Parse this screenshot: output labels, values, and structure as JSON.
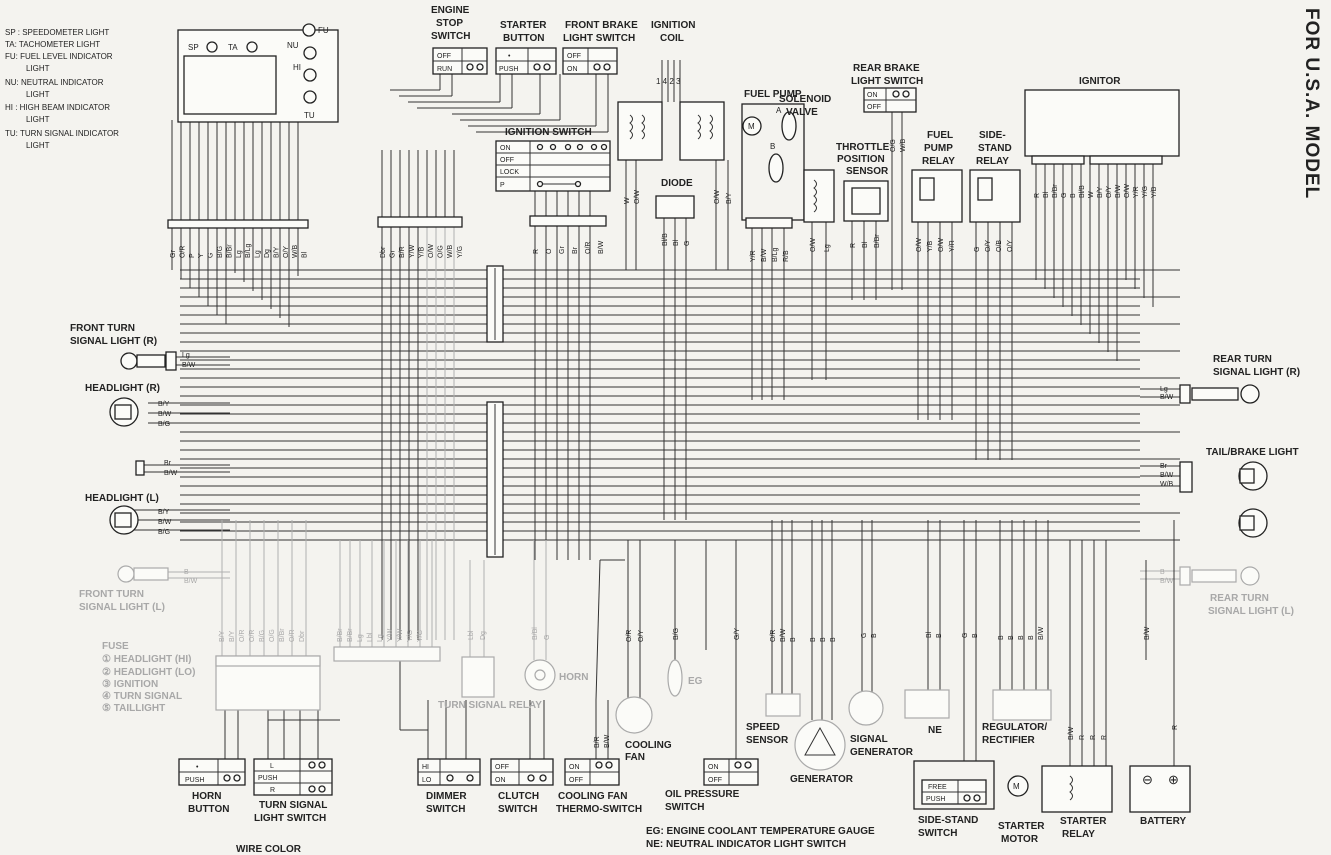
{
  "title": "FOR U.S.A. MODEL",
  "legend": [
    {
      "code": "SP",
      "text": "SP : SPEEDOMETER LIGHT"
    },
    {
      "code": "TA",
      "text": "TA: TACHOMETER LIGHT"
    },
    {
      "code": "FU",
      "text": "FU: FUEL LEVEL INDICATOR"
    },
    {
      "code": "FU2",
      "text": "LIGHT"
    },
    {
      "code": "NU",
      "text": "NU: NEUTRAL INDICATOR"
    },
    {
      "code": "NU2",
      "text": "LIGHT"
    },
    {
      "code": "HI",
      "text": "HI : HIGH BEAM INDICATOR"
    },
    {
      "code": "HI2",
      "text": "LIGHT"
    },
    {
      "code": "TU",
      "text": "TU: TURN SIGNAL INDICATOR"
    },
    {
      "code": "TU2",
      "text": "LIGHT"
    }
  ],
  "meter": {
    "sp": "SP",
    "ta": "TA",
    "fu": "FU",
    "nu": "NU",
    "hi": "HI",
    "tu": "TU"
  },
  "components": {
    "engine_stop": {
      "l1": "ENGINE",
      "l2": "STOP",
      "l3": "SWITCH",
      "off": "OFF",
      "run": "RUN"
    },
    "starter_button": {
      "l1": "STARTER",
      "l2": "BUTTON",
      "dot": "•",
      "push": "PUSH"
    },
    "front_brake": {
      "l1": "FRONT BRAKE",
      "l2": "LIGHT SWITCH",
      "off": "OFF",
      "on": "ON"
    },
    "ignition_coil": {
      "l1": "IGNITION",
      "l2": "COIL",
      "pins": "1 4 2 3"
    },
    "ignition_switch": {
      "label": "IGNITION SWITCH",
      "rows": [
        "ON",
        "OFF",
        "LOCK",
        "P"
      ]
    },
    "diode": {
      "label": "DIODE"
    },
    "fuel_pump": {
      "label": "FUEL PUMP",
      "a": "A",
      "b": "B",
      "m": "M"
    },
    "solenoid": {
      "l1": "SOLENOID",
      "l2": "VALVE"
    },
    "tps": {
      "l1": "THROTTLE",
      "l2": "POSITION",
      "l3": "SENSOR"
    },
    "rear_brake": {
      "l1": "REAR BRAKE",
      "l2": "LIGHT SWITCH",
      "on": "ON",
      "off": "OFF"
    },
    "fuel_pump_relay": {
      "l1": "FUEL",
      "l2": "PUMP",
      "l3": "RELAY"
    },
    "side_stand_relay": {
      "l1": "SIDE-",
      "l2": "STAND",
      "l3": "RELAY"
    },
    "ignitor": {
      "label": "IGNITOR"
    },
    "front_turn_r": {
      "l1": "FRONT TURN",
      "l2": "SIGNAL LIGHT (R)"
    },
    "headlight_r": {
      "label": "HEADLIGHT (R)"
    },
    "headlight_l": {
      "label": "HEADLIGHT (L)"
    },
    "front_turn_l": {
      "l1": "FRONT TURN",
      "l2": "SIGNAL LIGHT (L)"
    },
    "rear_turn_r": {
      "l1": "REAR TURN",
      "l2": "SIGNAL LIGHT (R)"
    },
    "tail_brake": {
      "label": "TAIL/BRAKE LIGHT"
    },
    "rear_turn_l": {
      "l1": "REAR TURN",
      "l2": "SIGNAL LIGHT (L)"
    },
    "fuse": {
      "label": "FUSE",
      "items": [
        "① HEADLIGHT (HI)",
        "② HEADLIGHT (LO)",
        "③ IGNITION",
        "④ TURN SIGNAL",
        "⑤ TAILLIGHT"
      ]
    },
    "turn_signal_relay": {
      "label": "TURN SIGNAL RELAY"
    },
    "horn": {
      "label": "HORN"
    },
    "eg": {
      "label": "EG"
    },
    "cooling_fan": {
      "l1": "COOLING",
      "l2": "FAN"
    },
    "speed_sensor": {
      "l1": "SPEED",
      "l2": "SENSOR"
    },
    "generator": {
      "label": "GENERATOR"
    },
    "signal_generator": {
      "l1": "SIGNAL",
      "l2": "GENERATOR"
    },
    "ne": {
      "label": "NE"
    },
    "regulator": {
      "l1": "REGULATOR/",
      "l2": "RECTIFIER"
    },
    "horn_button": {
      "l1": "HORN",
      "l2": "BUTTON",
      "dot": "•",
      "push": "PUSH"
    },
    "turn_switch": {
      "l1": "TURN SIGNAL",
      "l2": "LIGHT SWITCH",
      "l": "L",
      "push": "PUSH",
      "r": "R"
    },
    "dimmer": {
      "l1": "DIMMER",
      "l2": "SWITCH",
      "hi": "HI",
      "lo": "LO"
    },
    "clutch": {
      "l1": "CLUTCH",
      "l2": "SWITCH",
      "off": "OFF",
      "on": "ON"
    },
    "fan_thermo": {
      "l1": "COOLING FAN",
      "l2": "THERMO-SWITCH",
      "on": "ON",
      "off": "OFF"
    },
    "oil_pressure": {
      "l1": "OIL PRESSURE",
      "l2": "SWITCH",
      "on": "ON",
      "off": "OFF"
    },
    "side_stand_switch": {
      "l1": "SIDE-STAND",
      "l2": "SWITCH",
      "free": "FREE",
      "push": "PUSH"
    },
    "starter_motor": {
      "l1": "STARTER",
      "l2": "MOTOR",
      "m": "M"
    },
    "starter_relay": {
      "l1": "STARTER",
      "l2": "RELAY"
    },
    "battery": {
      "label": "BATTERY",
      "neg": "⊖",
      "pos": "⊕"
    }
  },
  "wire_labels": {
    "left_bundle": [
      "Gr",
      "O/R",
      "P",
      "Y",
      "G",
      "B/G",
      "B/Br",
      "Lg",
      "B/Lg",
      "Lg",
      "Dg",
      "B/Y",
      "O/Y",
      "W/B",
      "Bl"
    ],
    "mid_bundle": [
      "Dbr",
      "Gr",
      "B/R",
      "Y/W",
      "Y/B",
      "O/W",
      "O/G",
      "W/B",
      "Y/G"
    ],
    "ign_bundle": [
      "R",
      "O",
      "Gr",
      "Br",
      "O/R",
      "B/W"
    ],
    "diode_wires": [
      "Bl/B",
      "Bl",
      "G"
    ],
    "coil_wires_l": [
      "W",
      "O/W"
    ],
    "coil_wires_r": [
      "O/W",
      "B/Y"
    ],
    "pump_bundle": [
      "Y/R",
      "B/W",
      "B/Lg",
      "R/B"
    ],
    "solenoid_wires": [
      "O/W",
      "Lg"
    ],
    "tps_wires": [
      "R",
      "Bl",
      "B/Br"
    ],
    "relay_wires": [
      "O/W",
      "Y/B",
      "O/W",
      "Y/R"
    ],
    "ss_relay_wires": [
      "G",
      "O/Y",
      "O/B",
      "O/Y"
    ],
    "ignitor_wires": [
      "R",
      "Bl",
      "B/Br",
      "G",
      "B",
      "Bl/B",
      "W",
      "B/Y",
      "O/Y",
      "B/W",
      "O/W",
      "Y/R",
      "Y/G",
      "Y/B"
    ],
    "rear_brake_wires": [
      "O/G",
      "W/B"
    ],
    "front_turn_r": [
      "Lg",
      "B/W"
    ],
    "headlight_r": [
      "B/Y",
      "B/W",
      "B/G"
    ],
    "pos_light": [
      "Br",
      "B/W"
    ],
    "headlight_l": [
      "B/Y",
      "B/W",
      "B/G"
    ],
    "front_turn_l": [
      "B",
      "B/W"
    ],
    "rear_turn_r": [
      "Lg",
      "B/W"
    ],
    "tail": [
      "Br",
      "B/W",
      "W/B"
    ],
    "rear_turn_l": [
      "B",
      "B/W"
    ],
    "fuse_wires": [
      "B/Y",
      "B/Y",
      "O/R",
      "O/R",
      "B/G",
      "O/G",
      "B/Br",
      "O/R",
      "Dbr"
    ],
    "bot_mid": [
      "B/Br",
      "B/Br",
      "Lg",
      "Lbl",
      "Lg",
      "Y/W",
      "Y/W",
      "Y/G",
      "Y/G"
    ],
    "tsr": [
      "Lbl",
      "Dg"
    ],
    "horn_w": [
      "B/Bl",
      "G"
    ],
    "fan_w": [
      "O/R",
      "O/Y"
    ],
    "eg_w": [
      "B/G"
    ],
    "oil_w": [
      "G/Y"
    ],
    "speed_w": [
      "O/R",
      "B/W",
      "B"
    ],
    "gen_w": [
      "B",
      "B",
      "B"
    ],
    "sig_w": [
      "G",
      "B"
    ],
    "ne_w": [
      "Bl",
      "B"
    ],
    "ss_w": [
      "G",
      "B"
    ],
    "reg_w": [
      "B",
      "B",
      "B",
      "B",
      "B/W"
    ],
    "bat_w": [
      "B/W"
    ],
    "starter_w": [
      "B/W",
      "R",
      "R",
      "R"
    ],
    "fan_relay_w": [
      "B/R",
      "B/W"
    ],
    "bat_r": [
      "R"
    ]
  },
  "footnotes": {
    "wire_color": "WIRE COLOR",
    "eg": "EG: ENGINE COOLANT TEMPERATURE GAUGE",
    "ne": "NE: NEUTRAL INDICATOR LIGHT SWITCH"
  }
}
